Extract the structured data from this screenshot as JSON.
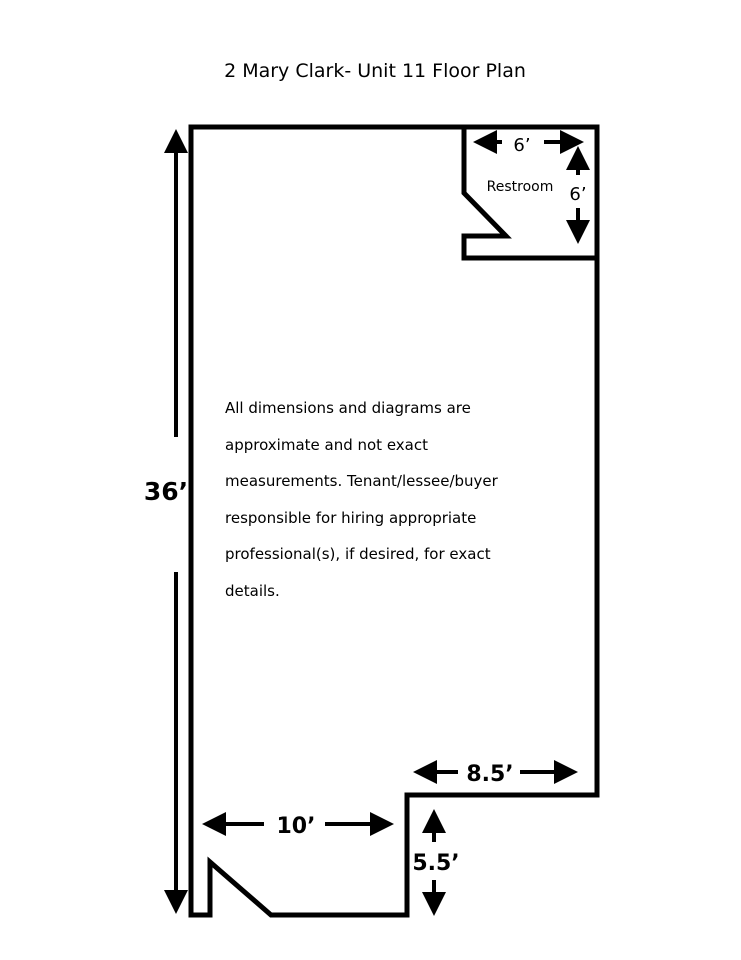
{
  "title": "2 Mary Clark- Unit 11 Floor Plan",
  "dimensions": {
    "overall_length": "36’",
    "restroom_width": "6’",
    "restroom_depth": "6’",
    "rear_step_width": "8.5’",
    "front_width": "10’",
    "step_depth": "5.5’"
  },
  "rooms": {
    "restroom": "Restroom"
  },
  "disclaimer": "All dimensions and diagrams are approximate and not exact measurements. Tenant/lessee/buyer responsible for hiring appropriate professional(s), if desired, for exact details."
}
